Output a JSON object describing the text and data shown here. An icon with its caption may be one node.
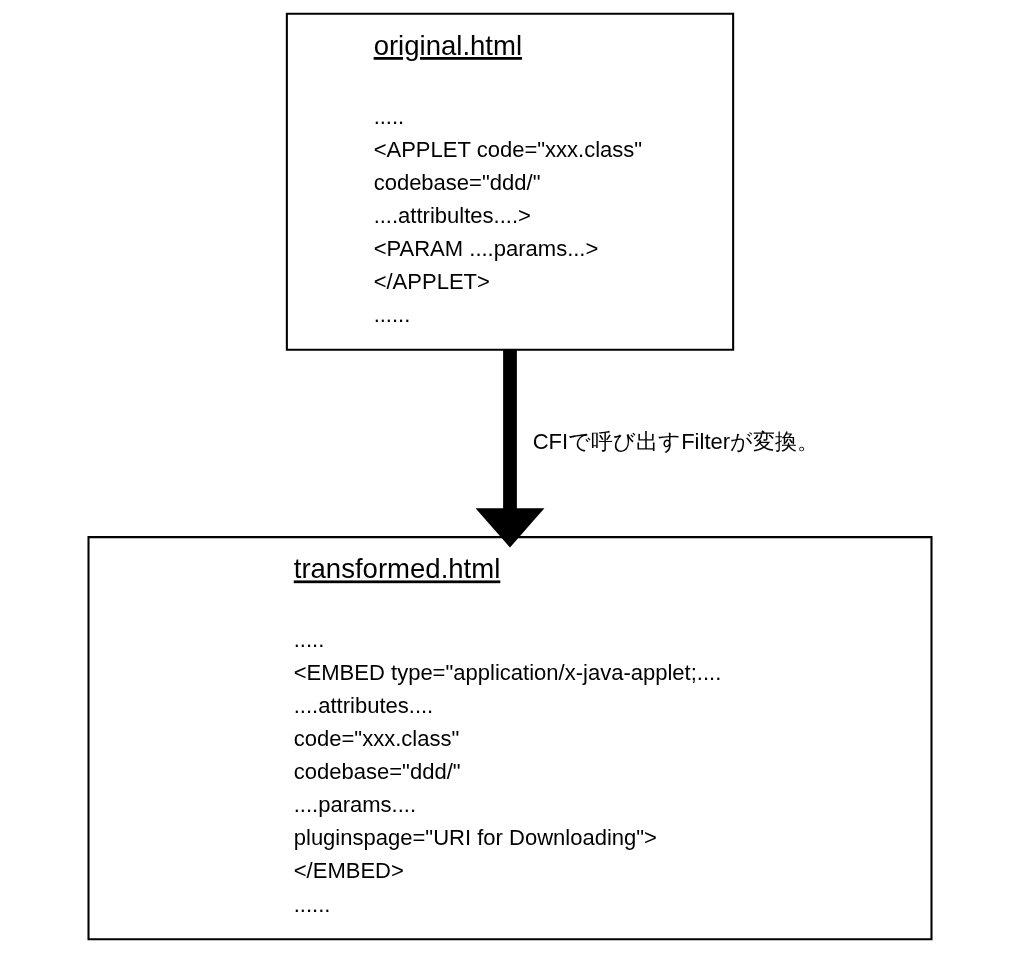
{
  "diagram": {
    "nodes": [
      {
        "text": [
          "original.html",
          ".....",
          "<APPLET code=\"xxx.class\"",
          "codebase=\"ddd/\"",
          "....attribultes....>",
          "<PARAM ....params...>",
          "</APPLET>",
          "......"
        ]
      },
      {
        "text": [
          "transformed.html",
          ".....",
          "<EMBED type=\"application/x-java-applet;....",
          "....attributes....",
          "code=\"xxx.class\"",
          "codebase=\"ddd/\"",
          "....params....",
          "pluginspage=\"URI for Downloading\">",
          "</EMBED>",
          "......"
        ]
      }
    ],
    "edges": [
      {
        "from": 0,
        "to": 1,
        "arrow": "to",
        "label": "CFIで呼び出すFilterが変換。"
      }
    ]
  }
}
